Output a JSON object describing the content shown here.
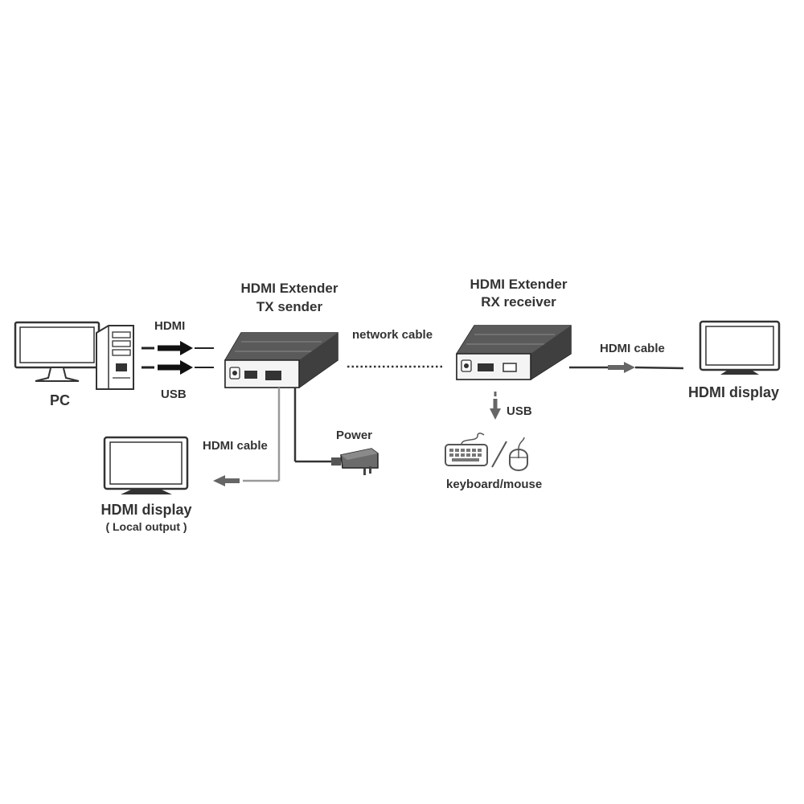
{
  "labels": {
    "pc": "PC",
    "hdmi_in": "HDMI",
    "usb_in": "USB",
    "tx_title_1": "HDMI Extender",
    "tx_title_2": "TX sender",
    "network_cable": "network cable",
    "rx_title_1": "HDMI Extender",
    "rx_title_2": "RX receiver",
    "hdmi_cable_right": "HDMI cable",
    "hdmi_display_right": "HDMI display",
    "usb_rx": "USB",
    "keyboard_mouse": "keyboard/mouse",
    "hdmi_cable_local": "HDMI cable",
    "power": "Power",
    "hdmi_display_local": "HDMI display",
    "local_output": "( Local output )"
  },
  "icons": [
    "monitor-icon",
    "pc-tower-icon",
    "extender-box-icon",
    "power-adapter-icon",
    "keyboard-icon",
    "mouse-icon"
  ]
}
